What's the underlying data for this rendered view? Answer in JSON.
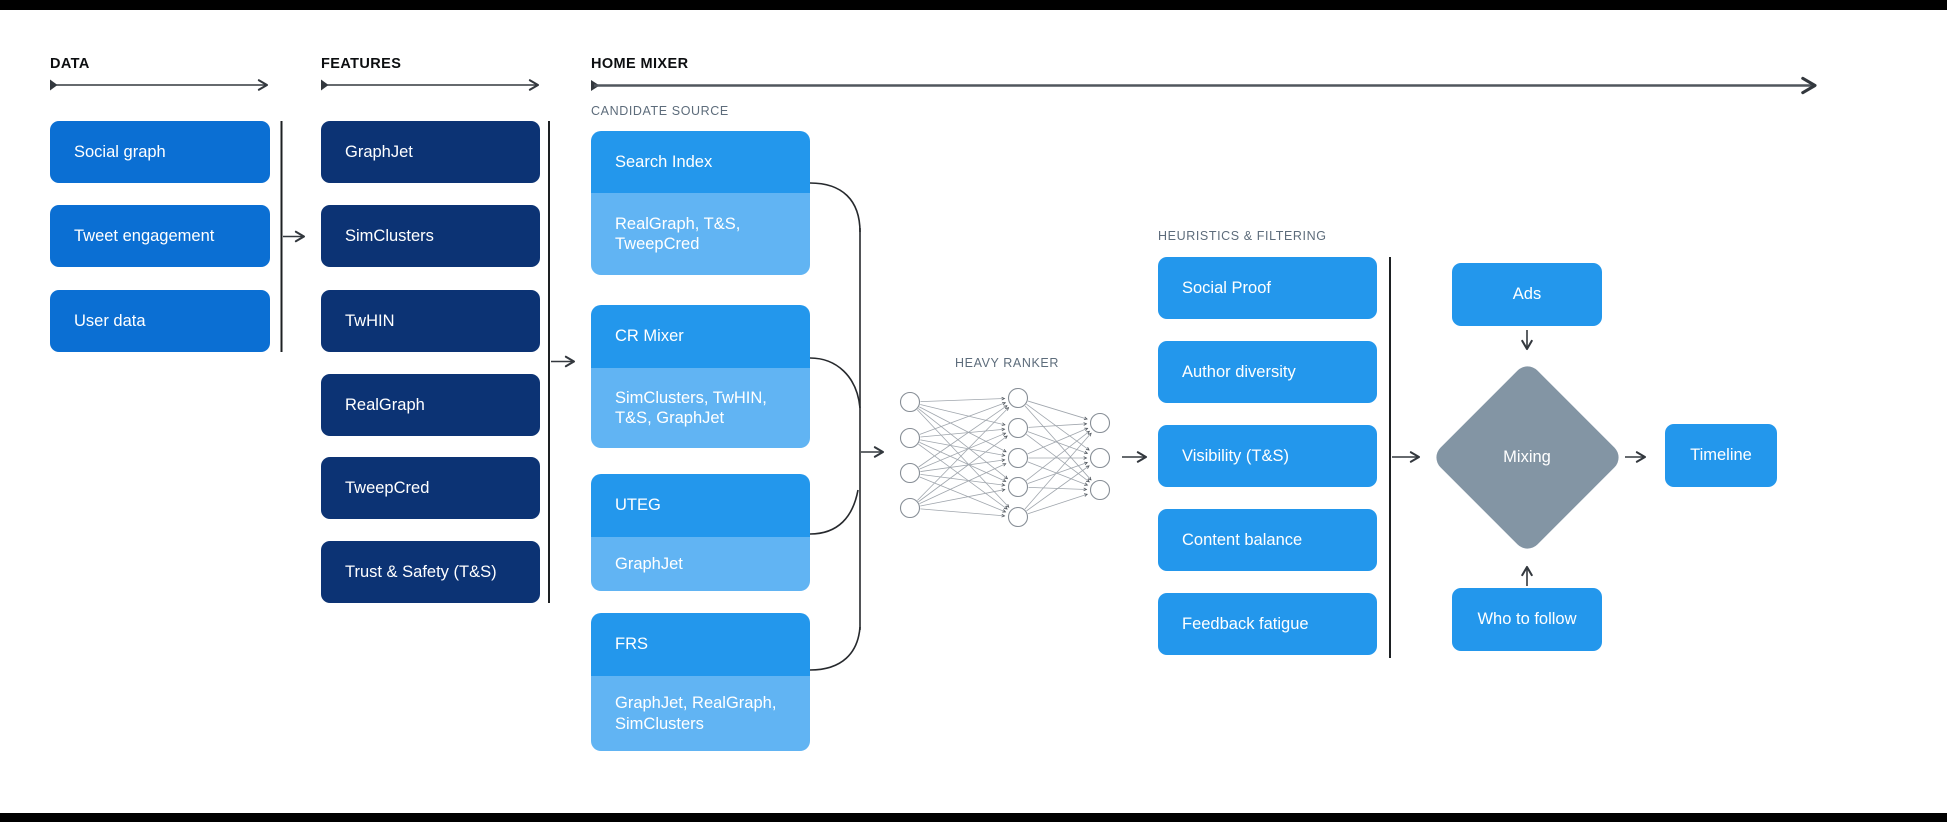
{
  "diagram": {
    "data": {
      "header": "DATA",
      "boxes": [
        "Social graph",
        "Tweet engagement",
        "User data"
      ]
    },
    "features": {
      "header": "FEATURES",
      "boxes": [
        "GraphJet",
        "SimClusters",
        "TwHIN",
        "RealGraph",
        "TweepCred",
        "Trust & Safety (T&S)"
      ]
    },
    "home_mixer": {
      "header": "HOME MIXER",
      "candidate_source": {
        "label": "CANDIDATE SOURCE",
        "groups": [
          {
            "name": "Search Index",
            "features": "RealGraph, T&S, TweepCred"
          },
          {
            "name": "CR Mixer",
            "features": "SimClusters, TwHIN, T&S, GraphJet"
          },
          {
            "name": "UTEG",
            "features": "GraphJet"
          },
          {
            "name": "FRS",
            "features": "GraphJet, RealGraph, SimClusters"
          }
        ]
      },
      "heavy_ranker": {
        "label": "HEAVY RANKER"
      },
      "heuristics": {
        "label": "HEURISTICS & FILTERING",
        "boxes": [
          "Social Proof",
          "Author diversity",
          "Visibility (T&S)",
          "Content balance",
          "Feedback fatigue"
        ]
      },
      "output": {
        "ads": "Ads",
        "mixing": "Mixing",
        "who_to_follow": "Who to follow",
        "timeline": "Timeline"
      }
    }
  },
  "colors": {
    "data_box": "#0b6fd3",
    "features_box": "#0c3374",
    "candidate_header": "#2397ec",
    "candidate_sub": "#61b4f3",
    "heuristics_box": "#2397ec",
    "action_box": "#2397ec",
    "diamond": "#8395a4",
    "connector": "#33383e",
    "muted_label": "#5d6c7b",
    "box_text": "#ffffff",
    "frame_bar": "#000000"
  }
}
